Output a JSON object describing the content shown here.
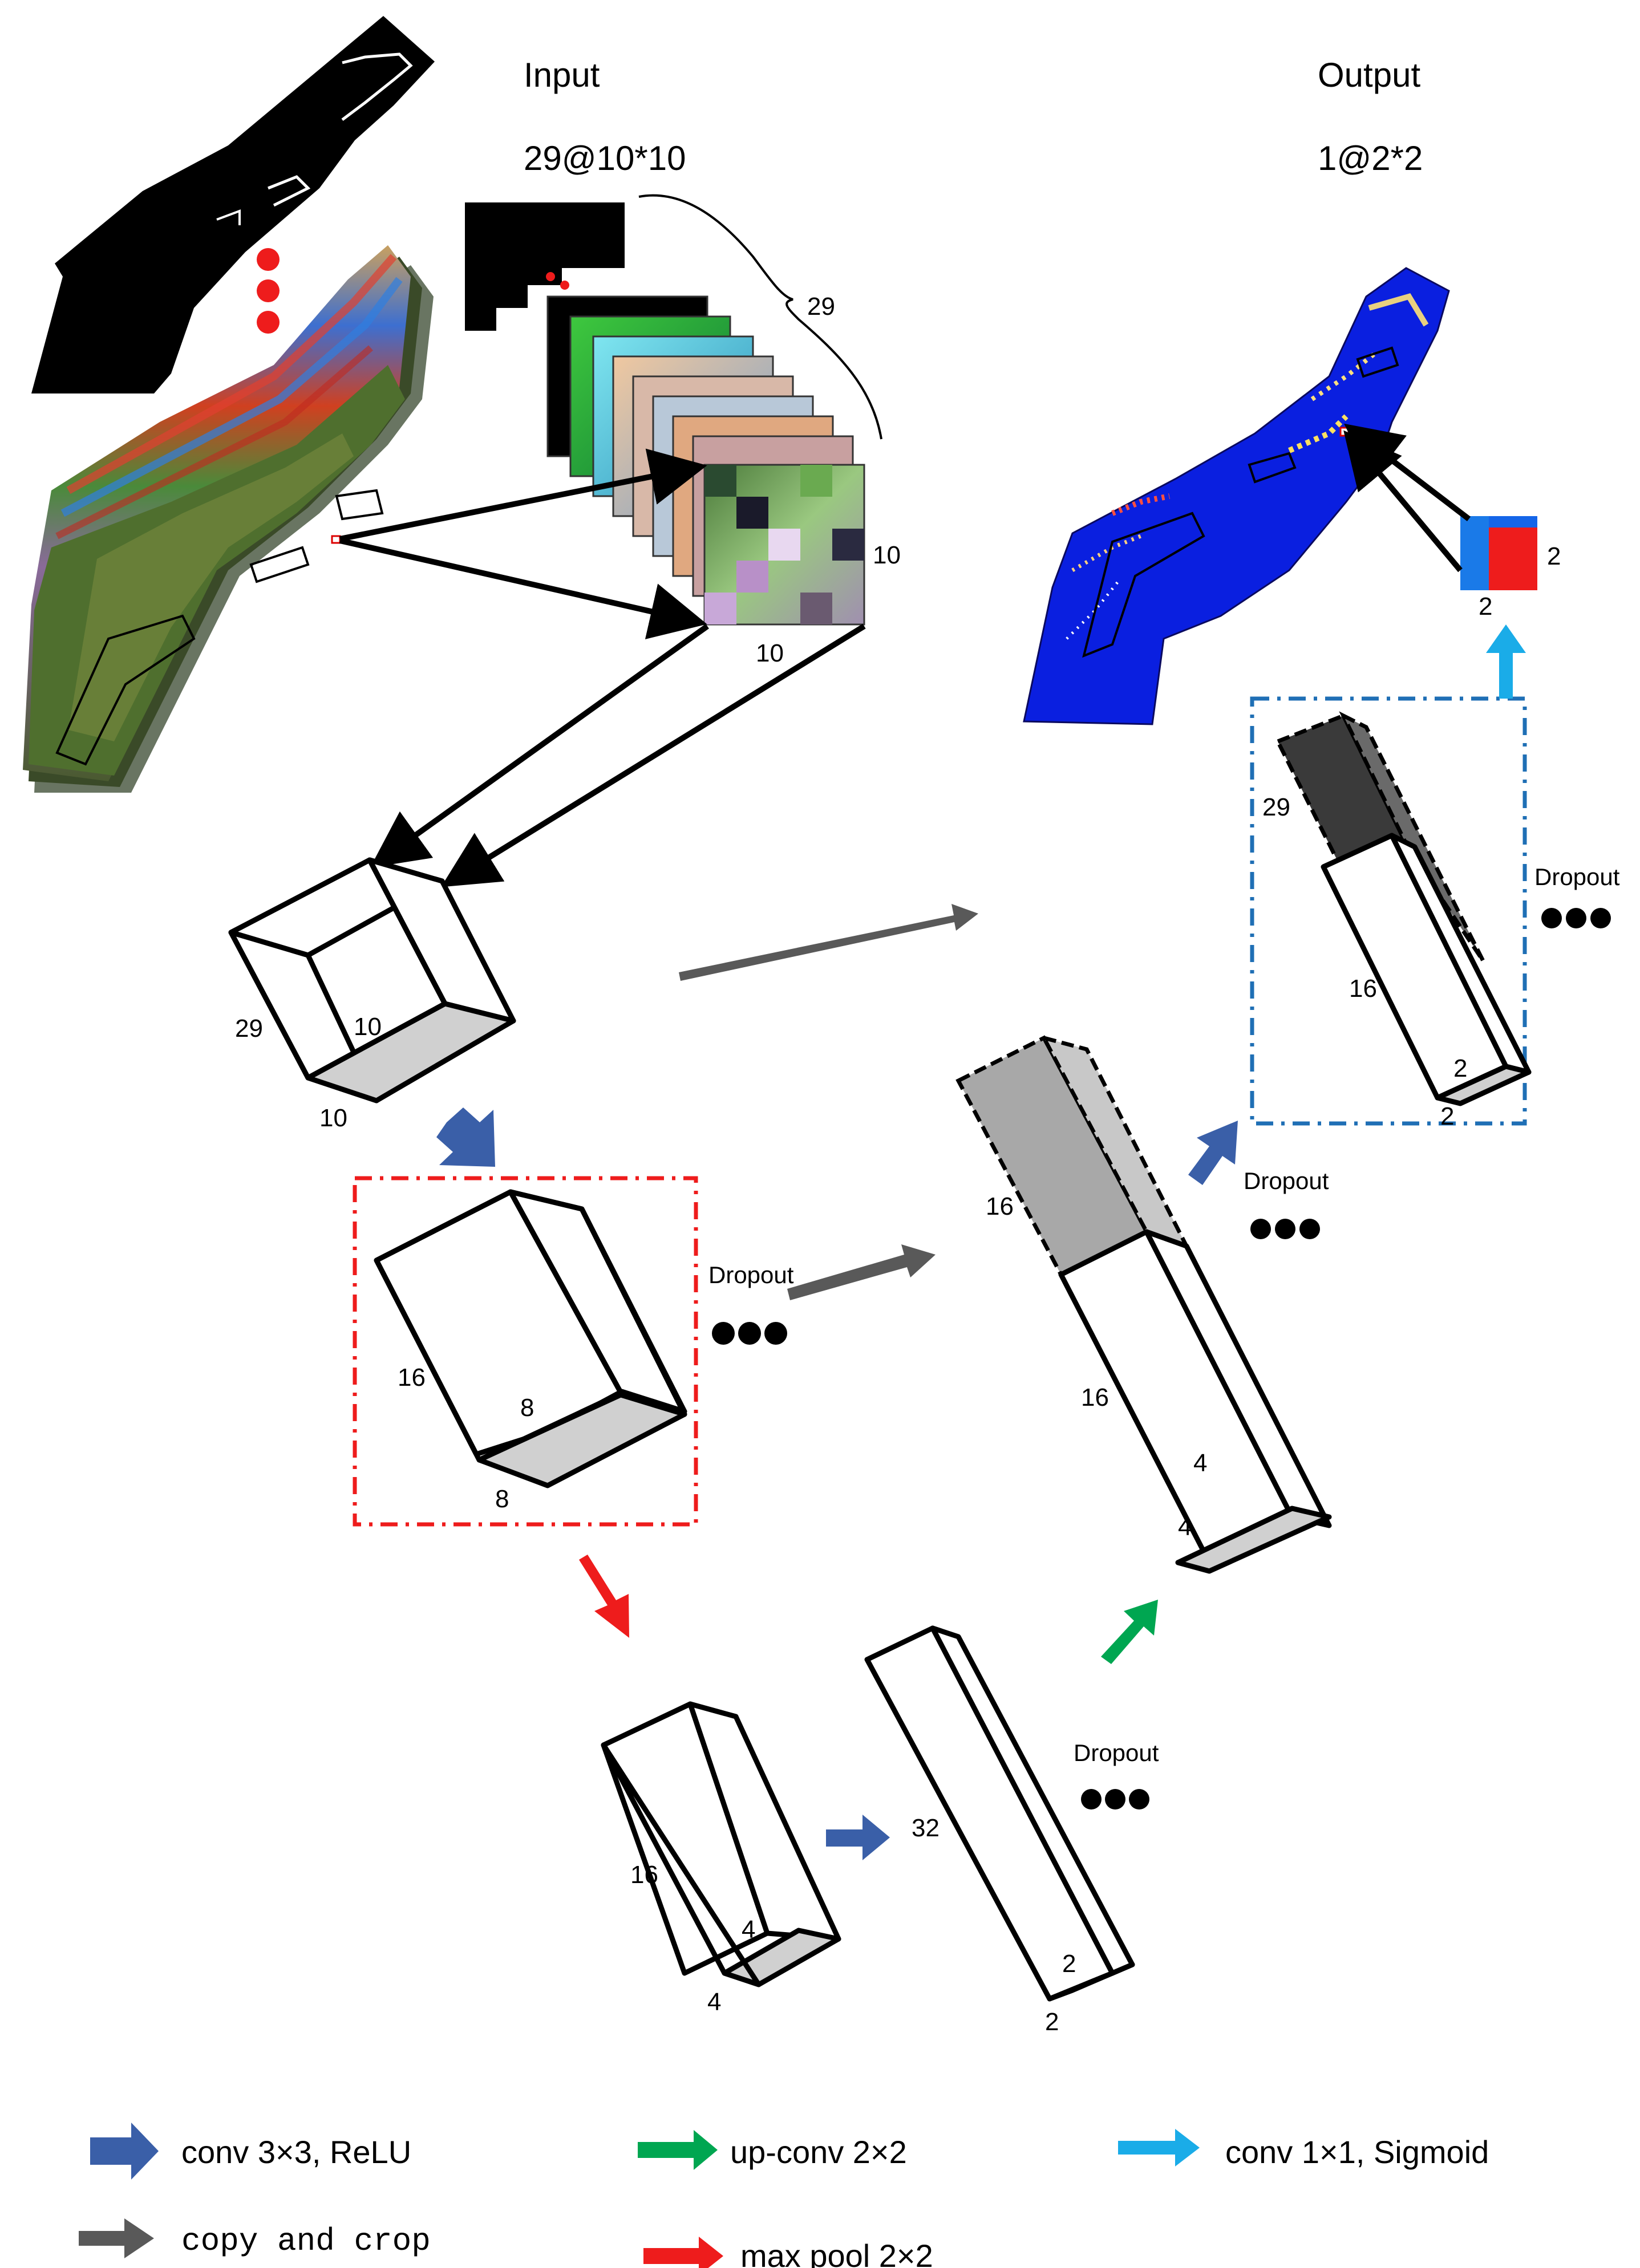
{
  "header": {
    "input_title": "Input",
    "input_shape": "29@10*10",
    "output_title": "Output",
    "output_shape": "1@2*2",
    "bands_count": "29"
  },
  "input_patch": {
    "width_label": "10",
    "height_label": "10"
  },
  "output_patch": {
    "width_label": "2",
    "height_label": "2"
  },
  "blocks": {
    "input_cube": {
      "depth": "29",
      "inner": "10",
      "base": "10"
    },
    "enc1": {
      "depth": "16",
      "inner": "8",
      "base": "8"
    },
    "pool1": {
      "depth": "16",
      "inner": "4",
      "base": "4"
    },
    "bottleneck": {
      "depth": "32",
      "inner": "2",
      "base": "2"
    },
    "dec1_copy": {
      "depth": "16"
    },
    "dec1": {
      "depth": "16",
      "inner": "4",
      "base": "4"
    },
    "dec2_copy": {
      "depth": "29"
    },
    "dec2": {
      "depth": "16",
      "inner": "2",
      "base": "2"
    }
  },
  "dropout_label": "Dropout",
  "legend": {
    "conv": {
      "label": "conv 3×3, ReLU",
      "color": "#3A5FA8"
    },
    "copy": {
      "label": "copy and crop",
      "color": "#595959"
    },
    "upconv": {
      "label": "up-conv 2×2",
      "color": "#00A651"
    },
    "maxpool": {
      "label": "max pool 2×2",
      "color": "#EE1C1C"
    },
    "conv1x1": {
      "label": "conv 1×1, Sigmoid",
      "color": "#1AACE8"
    }
  },
  "colors": {
    "dropout_box_red": "#EE1C1C",
    "dropout_box_blue": "#1F6FB5",
    "map_blue": "#0A1FE0",
    "copy_block_dark": "#3A3A3A",
    "copy_block_grey": "#A8A8A8"
  }
}
